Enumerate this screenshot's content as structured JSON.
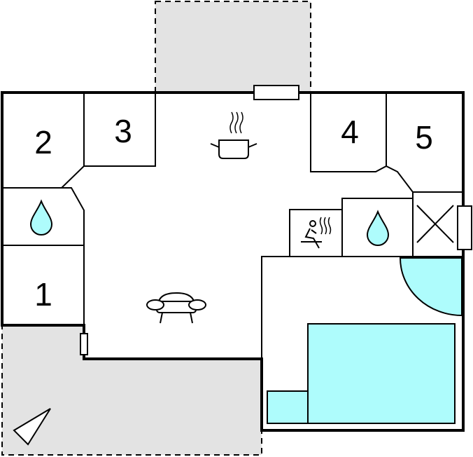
{
  "plan": {
    "rooms": [
      {
        "id": "room-2",
        "label": "2"
      },
      {
        "id": "room-3",
        "label": "3"
      },
      {
        "id": "room-4",
        "label": "4"
      },
      {
        "id": "room-5",
        "label": "5"
      },
      {
        "id": "room-1",
        "label": "1"
      }
    ],
    "icons": [
      "kitchen-pot-icon",
      "water-drop-icon",
      "sauna-icon",
      "sofa-icon",
      "storage-x-icon",
      "compass-arrow-icon"
    ],
    "colors": {
      "water": "#aefcfc",
      "terrace": "#e3e3e3",
      "wall": "#000000"
    }
  }
}
